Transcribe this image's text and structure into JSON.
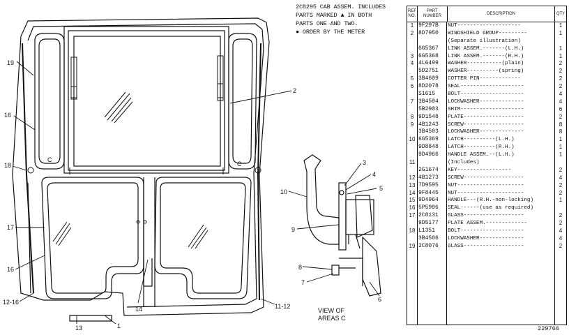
{
  "header_note": {
    "line1": "2C8295 CAB ASSEM. INCLUDES",
    "line2": "PARTS MARKED ▲ IN BOTH",
    "line3": "PARTS ONE AND TWO.",
    "line4": "● ORDER BY THE METER"
  },
  "callouts": {
    "c1": "1",
    "c2": "2",
    "c3": "3",
    "c4": "4",
    "c5": "5",
    "c6": "6",
    "c7": "7",
    "c8": "8",
    "c9": "9",
    "c10": "10",
    "c11_12": "11-12",
    "c12_16": "12-16",
    "c13": "13",
    "c14": "14",
    "c16a": "16",
    "c16b": "16",
    "c17": "17",
    "c18": "18",
    "c19": "19",
    "cC1": "C",
    "cC2": "C"
  },
  "view_label": {
    "line1": "VIEW OF",
    "line2": "AREAS C"
  },
  "table_headers": {
    "ref_no": "REF NO.",
    "part_number": "PART NUMBER",
    "description": "DESCRIPTION",
    "qty": "QTY"
  },
  "parts": [
    {
      "ref": "1",
      "pn": "9F297B",
      "desc": "NUT--------------------",
      "qty": "1"
    },
    {
      "ref": "2",
      "pn": "8D7950",
      "desc": "WINDSHIELD GROUP---------",
      "qty": "1"
    },
    {
      "ref": "",
      "pn": "",
      "desc": "   (Separate illustration)",
      "qty": ""
    },
    {
      "ref": "",
      "pn": "6G5367",
      "desc": "LINK ASSEM.-------(L.H.)",
      "qty": "1"
    },
    {
      "ref": "3",
      "pn": "6G5368",
      "desc": "LINK ASSEM.-------(R.H.)",
      "qty": "1"
    },
    {
      "ref": "4",
      "pn": "4L6499",
      "desc": "WASHER-----------(plain)",
      "qty": "2"
    },
    {
      "ref": "",
      "pn": "5D2751",
      "desc": "WASHER----------(spring)",
      "qty": "2"
    },
    {
      "ref": "5",
      "pn": "3B4609",
      "desc": "COTTER PIN-------------",
      "qty": "2"
    },
    {
      "ref": "6",
      "pn": "8D2078",
      "desc": "SEAL--------------------",
      "qty": "2"
    },
    {
      "ref": "",
      "pn": "S1615",
      "desc": "BOLT--------------------",
      "qty": "4"
    },
    {
      "ref": "7",
      "pn": "3B4504",
      "desc": "LOCKWASHER--------------",
      "qty": "4"
    },
    {
      "ref": "",
      "pn": "5B2903",
      "desc": "SHIM--------------------",
      "qty": "6"
    },
    {
      "ref": "8",
      "pn": "9D1548",
      "desc": "PLATE-------------------",
      "qty": "2"
    },
    {
      "ref": "9",
      "pn": "4B1243",
      "desc": "SCREW-------------------",
      "qty": "8"
    },
    {
      "ref": "",
      "pn": "3B4503",
      "desc": "LOCKWASHER--------------",
      "qty": "8"
    },
    {
      "ref": "10",
      "pn": "6G5369",
      "desc": "LATCH----------(L.H.)",
      "qty": "1"
    },
    {
      "ref": "",
      "pn": "9D8848",
      "desc": "LATCH----------(R.H.)",
      "qty": "1"
    },
    {
      "ref": "",
      "pn": "9D4966",
      "desc": "HANDLE ASSEM.--(L.H.)",
      "qty": "1"
    },
    {
      "ref": "11",
      "pn": "",
      "desc": "   (Includes)",
      "qty": ""
    },
    {
      "ref": "",
      "pn": "2G1674",
      "desc": "      KEY-----------------",
      "qty": "2"
    },
    {
      "ref": "12",
      "pn": "4B1273",
      "desc": "SCREW-------------------",
      "qty": "4"
    },
    {
      "ref": "13",
      "pn": "7D9595",
      "desc": "NUT---------------------",
      "qty": "2"
    },
    {
      "ref": "14",
      "pn": "9F8445",
      "desc": "NUT---------------------",
      "qty": "2"
    },
    {
      "ref": "15",
      "pn": "9D4964",
      "desc": "HANDLE---(R.H.-non-locking)",
      "qty": "1"
    },
    {
      "ref": "16",
      "pn": "5P5906",
      "desc": "SEAL------(use as required)",
      "qty": ""
    },
    {
      "ref": "17",
      "pn": "2C8131",
      "desc": "GLASS-------------------",
      "qty": "2"
    },
    {
      "ref": "",
      "pn": "9D5177",
      "desc": "PLATE ASSEM.-------------",
      "qty": "2"
    },
    {
      "ref": "18",
      "pn": "L1351",
      "desc": "BOLT--------------------",
      "qty": "4"
    },
    {
      "ref": "",
      "pn": "3B4506",
      "desc": "LOCKWASHER--------------",
      "qty": "4"
    },
    {
      "ref": "19",
      "pn": "2C8076",
      "desc": "GLASS-------------------",
      "qty": "2"
    }
  ],
  "doc_number": "229766"
}
